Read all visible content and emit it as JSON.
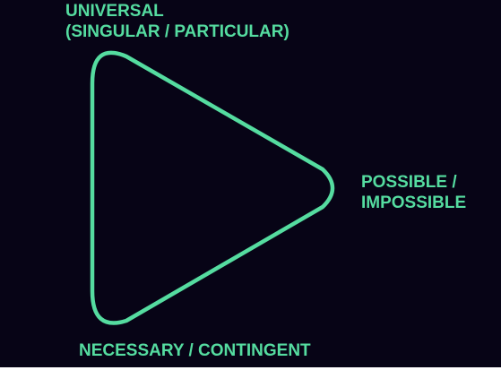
{
  "colors": {
    "background": "#070416",
    "accent": "#55dca0"
  },
  "vertices": {
    "top": {
      "line1": "UNIVERSAL",
      "line2": "(SINGULAR / PARTICULAR)"
    },
    "right": {
      "line1": "POSSIBLE /",
      "line2": "IMPOSSIBLE"
    },
    "bottom": {
      "line1": "NECESSARY / CONTINGENT"
    }
  }
}
